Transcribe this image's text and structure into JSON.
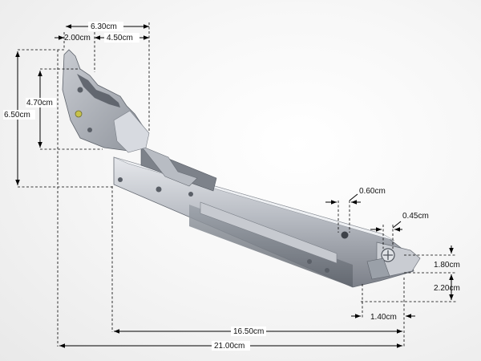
{
  "dimensions": {
    "top_overall_width": "6.30cm",
    "top_left_width": "2.00cm",
    "top_right_width": "4.50cm",
    "left_overall_height": "6.50cm",
    "left_inner_height": "4.70cm",
    "slot_width": "0.60cm",
    "screw_width": "0.45cm",
    "right_upper_height": "1.80cm",
    "right_lower_height": "2.20cm",
    "tip_width": "1.40cm",
    "arm_length": "16.50cm",
    "overall_length": "21.00cm"
  },
  "colors": {
    "metal_light": "#d4d7dd",
    "metal_mid": "#a9aeb7",
    "metal_dark": "#6e737c",
    "dim_line": "#000000"
  }
}
